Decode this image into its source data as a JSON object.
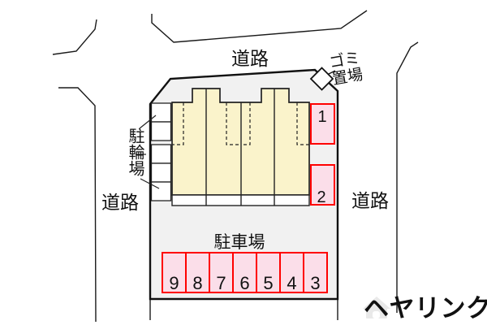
{
  "diagram": {
    "road_label_top": "道路",
    "road_label_left": "道路",
    "road_label_right": "道路",
    "garbage_label_line1": "ゴミ",
    "garbage_label_line2": "置場",
    "bicycle_parking_label": "駐輪場",
    "parking_lot_label": "駐車場",
    "right_parking_numbers": [
      "1",
      "2"
    ],
    "bottom_parking_numbers": [
      "9",
      "8",
      "7",
      "6",
      "5",
      "4",
      "3"
    ]
  },
  "logo": {
    "text": "ヘヤリンク"
  },
  "colors": {
    "site_fill": "#F1F1F1",
    "building_fill": "#FAF3CB",
    "parking_space_fill": "#FBDEE9",
    "parking_space_border": "#FF0000",
    "logo_orange": "#F0A164",
    "line_color": "#1A1A1A"
  }
}
